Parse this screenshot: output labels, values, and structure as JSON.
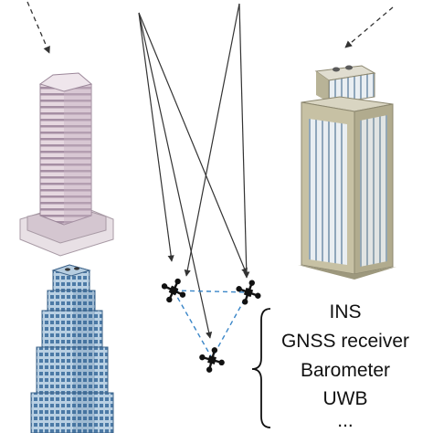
{
  "sensors": {
    "items": [
      "INS",
      "GNSS receiver",
      "Barometer",
      "UWB",
      "..."
    ]
  },
  "colors": {
    "link_line": "#3a86c8",
    "signal_line": "#333333",
    "drone": "#111111",
    "building_pink": "#d9c7d3",
    "building_olive": "#c7c1a4",
    "building_blue": "#8fb3cf"
  },
  "icons": {
    "drone": "quadcopter-icon",
    "signal": "satellite-signal-arrow"
  }
}
